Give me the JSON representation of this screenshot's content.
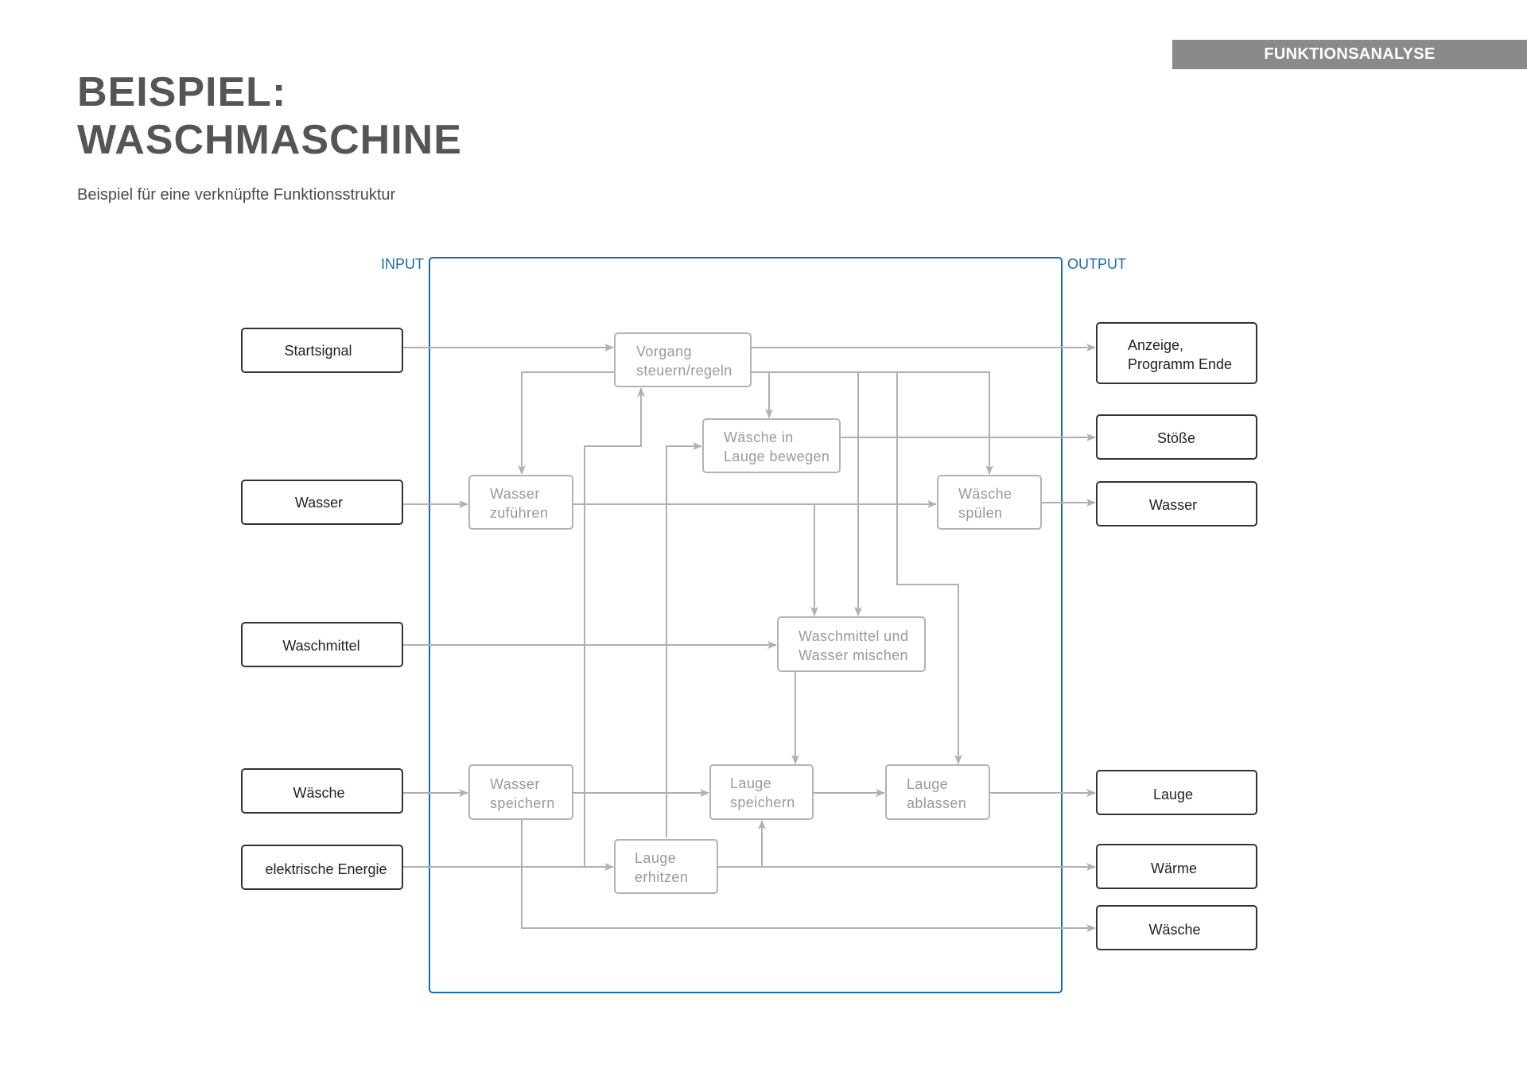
{
  "header": {
    "section_tag": "FUNKTIONSANALYSE",
    "title_line1": "BEISPIEL:",
    "title_line2": "WASCHMASCHINE",
    "subtitle": "Beispiel für eine verknüpfte Funktionsstruktur"
  },
  "diagram": {
    "input_label": "INPUT",
    "output_label": "OUTPUT",
    "colors": {
      "system_border": "#1f6aa5",
      "io_border": "#333333",
      "function_border": "#b3b3b3",
      "flow_line": "#b0b0b0"
    },
    "inputs": [
      {
        "id": "in_start",
        "lines": [
          "Startsignal"
        ]
      },
      {
        "id": "in_wasser",
        "lines": [
          "Wasser"
        ]
      },
      {
        "id": "in_waschmittel",
        "lines": [
          "Waschmittel"
        ]
      },
      {
        "id": "in_waesche",
        "lines": [
          "Wäsche"
        ]
      },
      {
        "id": "in_energie",
        "lines": [
          "elektrische Energie"
        ]
      }
    ],
    "outputs": [
      {
        "id": "out_anzeige",
        "lines": [
          "Anzeige,",
          "Programm Ende"
        ]
      },
      {
        "id": "out_stoesse",
        "lines": [
          "Stöße"
        ]
      },
      {
        "id": "out_wasser",
        "lines": [
          "Wasser"
        ]
      },
      {
        "id": "out_lauge",
        "lines": [
          "Lauge"
        ]
      },
      {
        "id": "out_waerme",
        "lines": [
          "Wärme"
        ]
      },
      {
        "id": "out_waesche",
        "lines": [
          "Wäsche"
        ]
      }
    ],
    "functions": [
      {
        "id": "f_vorgang",
        "lines": [
          "Vorgang",
          "steuern/regeln"
        ]
      },
      {
        "id": "f_bewegen",
        "lines": [
          "Wäsche in",
          "Lauge bewegen"
        ]
      },
      {
        "id": "f_zufuehren",
        "lines": [
          "Wasser",
          "zuführen"
        ]
      },
      {
        "id": "f_spuelen",
        "lines": [
          "Wäsche",
          "spülen"
        ]
      },
      {
        "id": "f_mischen",
        "lines": [
          "Waschmittel und",
          "Wasser mischen"
        ]
      },
      {
        "id": "f_wspeichern",
        "lines": [
          "Wasser",
          "speichern"
        ]
      },
      {
        "id": "f_lspeichern",
        "lines": [
          "Lauge",
          "speichern"
        ]
      },
      {
        "id": "f_ablassen",
        "lines": [
          "Lauge",
          "ablassen"
        ]
      },
      {
        "id": "f_erhitzen",
        "lines": [
          "Lauge",
          "erhitzen"
        ]
      }
    ],
    "flows": [
      [
        "in_start",
        "f_vorgang"
      ],
      [
        "f_vorgang",
        "out_anzeige"
      ],
      [
        "f_vorgang",
        "f_zufuehren"
      ],
      [
        "f_vorgang",
        "f_bewegen"
      ],
      [
        "f_vorgang",
        "f_spuelen"
      ],
      [
        "f_vorgang",
        "f_mischen"
      ],
      [
        "f_vorgang",
        "f_ablassen"
      ],
      [
        "in_energie",
        "f_vorgang"
      ],
      [
        "in_energie",
        "f_bewegen"
      ],
      [
        "in_energie",
        "f_erhitzen"
      ],
      [
        "f_bewegen",
        "out_stoesse"
      ],
      [
        "in_wasser",
        "f_zufuehren"
      ],
      [
        "f_zufuehren",
        "f_spuelen"
      ],
      [
        "f_zufuehren",
        "f_mischen"
      ],
      [
        "f_spuelen",
        "out_wasser"
      ],
      [
        "in_waschmittel",
        "f_mischen"
      ],
      [
        "f_mischen",
        "f_lspeichern"
      ],
      [
        "in_waesche",
        "f_wspeichern"
      ],
      [
        "f_wspeichern",
        "f_lspeichern"
      ],
      [
        "f_wspeichern",
        "out_waesche"
      ],
      [
        "f_lspeichern",
        "f_ablassen"
      ],
      [
        "f_ablassen",
        "out_lauge"
      ],
      [
        "f_erhitzen",
        "f_lspeichern"
      ],
      [
        "f_erhitzen",
        "out_waerme"
      ]
    ]
  }
}
